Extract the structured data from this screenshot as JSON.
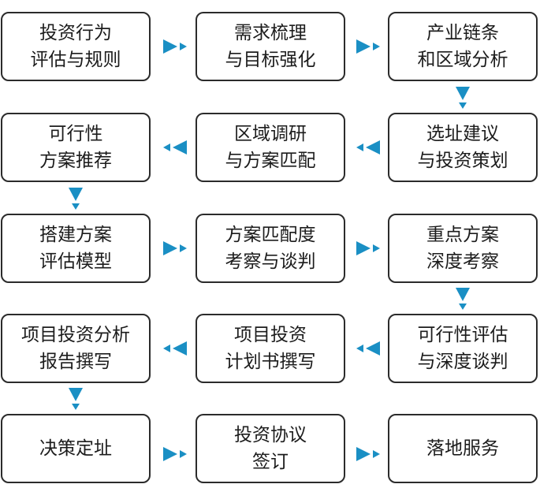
{
  "colors": {
    "arrow": "#1a8fc4",
    "border": "#2b2b2b",
    "text": "#1c1c1c"
  },
  "steps": [
    {
      "line1": "投资行为",
      "line2": "评估与规则"
    },
    {
      "line1": "需求梳理",
      "line2": "与目标强化"
    },
    {
      "line1": "产业链条",
      "line2": "和区域分析"
    },
    {
      "line1": "选址建议",
      "line2": "与投资策划"
    },
    {
      "line1": "区域调研",
      "line2": "与方案匹配"
    },
    {
      "line1": "可行性",
      "line2": "方案推荐"
    },
    {
      "line1": "搭建方案",
      "line2": "评估模型"
    },
    {
      "line1": "方案匹配度",
      "line2": "考察与谈判"
    },
    {
      "line1": "重点方案",
      "line2": "深度考察"
    },
    {
      "line1": "可行性评估",
      "line2": "与深度谈判"
    },
    {
      "line1": "项目投资",
      "line2": "计划书撰写"
    },
    {
      "line1": "项目投资分析",
      "line2": "报告撰写"
    },
    {
      "line1": "决策定址",
      "line2": ""
    },
    {
      "line1": "投资协议",
      "line2": "签订"
    },
    {
      "line1": "落地服务",
      "line2": ""
    }
  ]
}
